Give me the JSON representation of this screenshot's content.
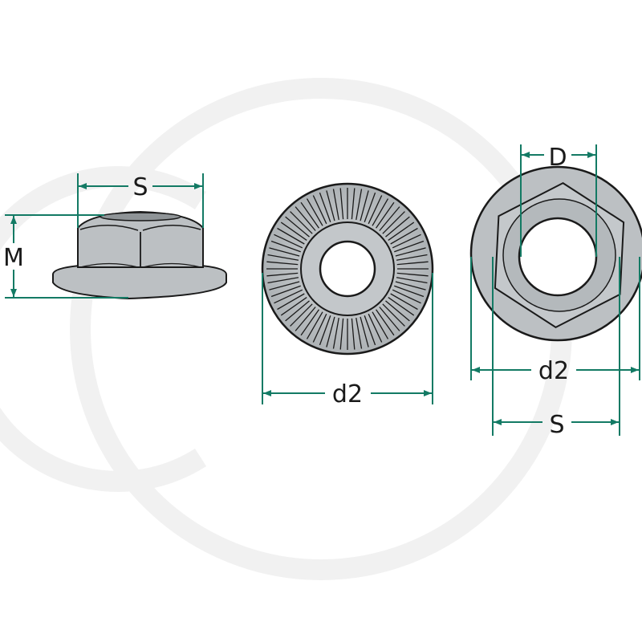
{
  "labels": {
    "side_s": "S",
    "side_m": "M",
    "bottom_d2": "d2",
    "top_d": "D",
    "top_d2": "d2",
    "top_s": "S"
  },
  "colors": {
    "dimension": "#137a64",
    "body_fill": "#bcc0c3",
    "outline": "#1a1a1a",
    "watermark": "#f1f1f1"
  }
}
